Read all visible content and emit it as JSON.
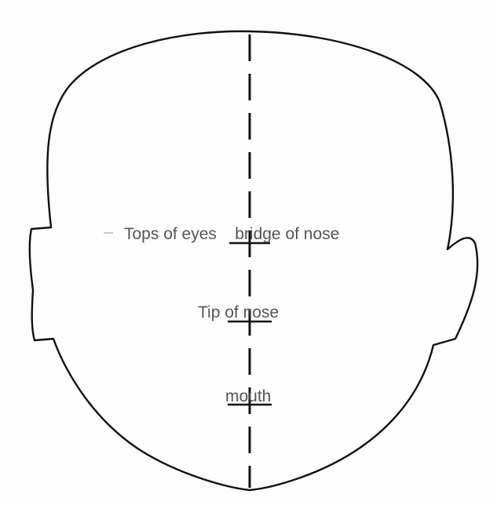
{
  "labels": {
    "eyes": "Tops of eyes    bridge of nose",
    "nose_tip": "Tip of nose",
    "mouth": "mouth"
  },
  "colors": {
    "outline": "#111111",
    "text": "#555555",
    "background": "#ffffff"
  }
}
